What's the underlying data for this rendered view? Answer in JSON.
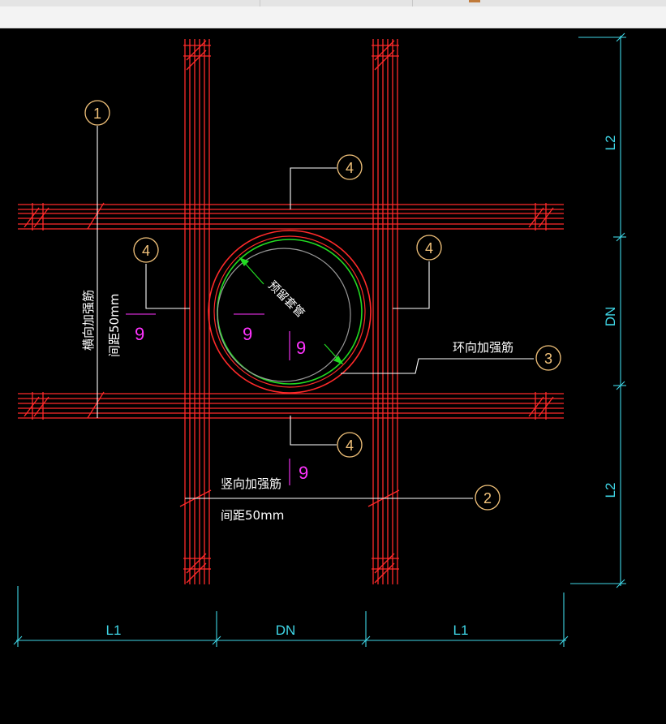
{
  "colors": {
    "background": "#000000",
    "rebar": "#ff2a2a",
    "leader": "#ffffff",
    "dimension": "#3fd6e6",
    "pipe_sleeve": "#22dd22",
    "callout": "#f2c27a",
    "section_mark": "#ff33ff"
  },
  "callouts": [
    {
      "id": "1",
      "label": "1"
    },
    {
      "id": "2",
      "label": "2"
    },
    {
      "id": "3",
      "label": "3"
    },
    {
      "id": "4a",
      "label": "4"
    },
    {
      "id": "4b",
      "label": "4"
    },
    {
      "id": "4c",
      "label": "4"
    },
    {
      "id": "4d",
      "label": "4"
    }
  ],
  "annotations": {
    "horizontal_rebar": "横向加强筋",
    "horizontal_spacing": "间距50mm",
    "vertical_rebar": "竖向加强筋",
    "vertical_spacing": "间距50mm",
    "ring_rebar": "环向加强筋",
    "sleeve": "预留套管"
  },
  "section_marks": [
    "9",
    "9",
    "9",
    "9"
  ],
  "dimensions": {
    "bottom": [
      "L1",
      "DN",
      "L1"
    ],
    "right": [
      "L2",
      "DN",
      "L2"
    ]
  }
}
